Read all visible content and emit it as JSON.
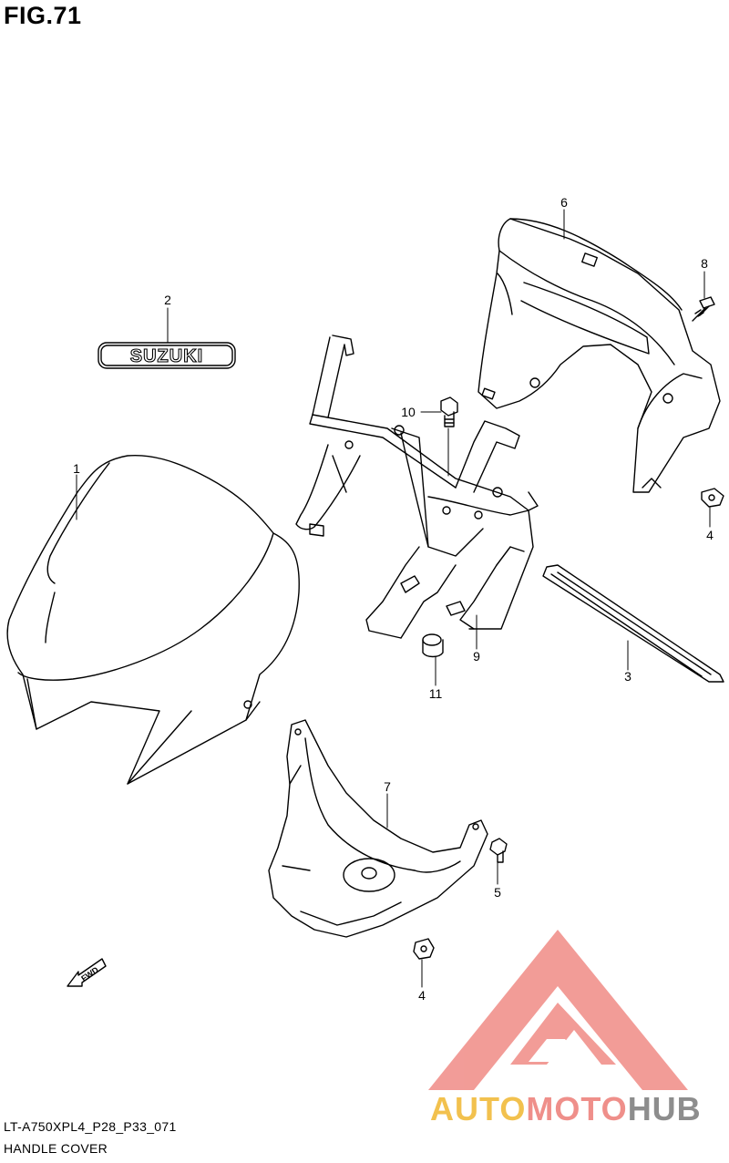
{
  "figure": {
    "title": "FIG.71"
  },
  "callouts": [
    {
      "label": "1"
    },
    {
      "label": "2"
    },
    {
      "label": "3"
    },
    {
      "label": "4"
    },
    {
      "label": "4"
    },
    {
      "label": "5"
    },
    {
      "label": "6"
    },
    {
      "label": "7"
    },
    {
      "label": "8"
    },
    {
      "label": "9"
    },
    {
      "label": "10"
    },
    {
      "label": "11"
    }
  ],
  "emblem": {
    "text": "SUZUKI"
  },
  "fwd_arrow": {
    "text": "FWD"
  },
  "footer": {
    "code": "LT-A750XPL4_P28_P33_071",
    "caption": "HANDLE COVER"
  },
  "watermark": {
    "part1": "AUTO",
    "part2": "MOTO",
    "part3": "HUB",
    "colors": {
      "auto": "#f2c14e",
      "moto": "#ef8f8a",
      "hub": "#8d8d8d",
      "logo": "#f08b86"
    }
  }
}
